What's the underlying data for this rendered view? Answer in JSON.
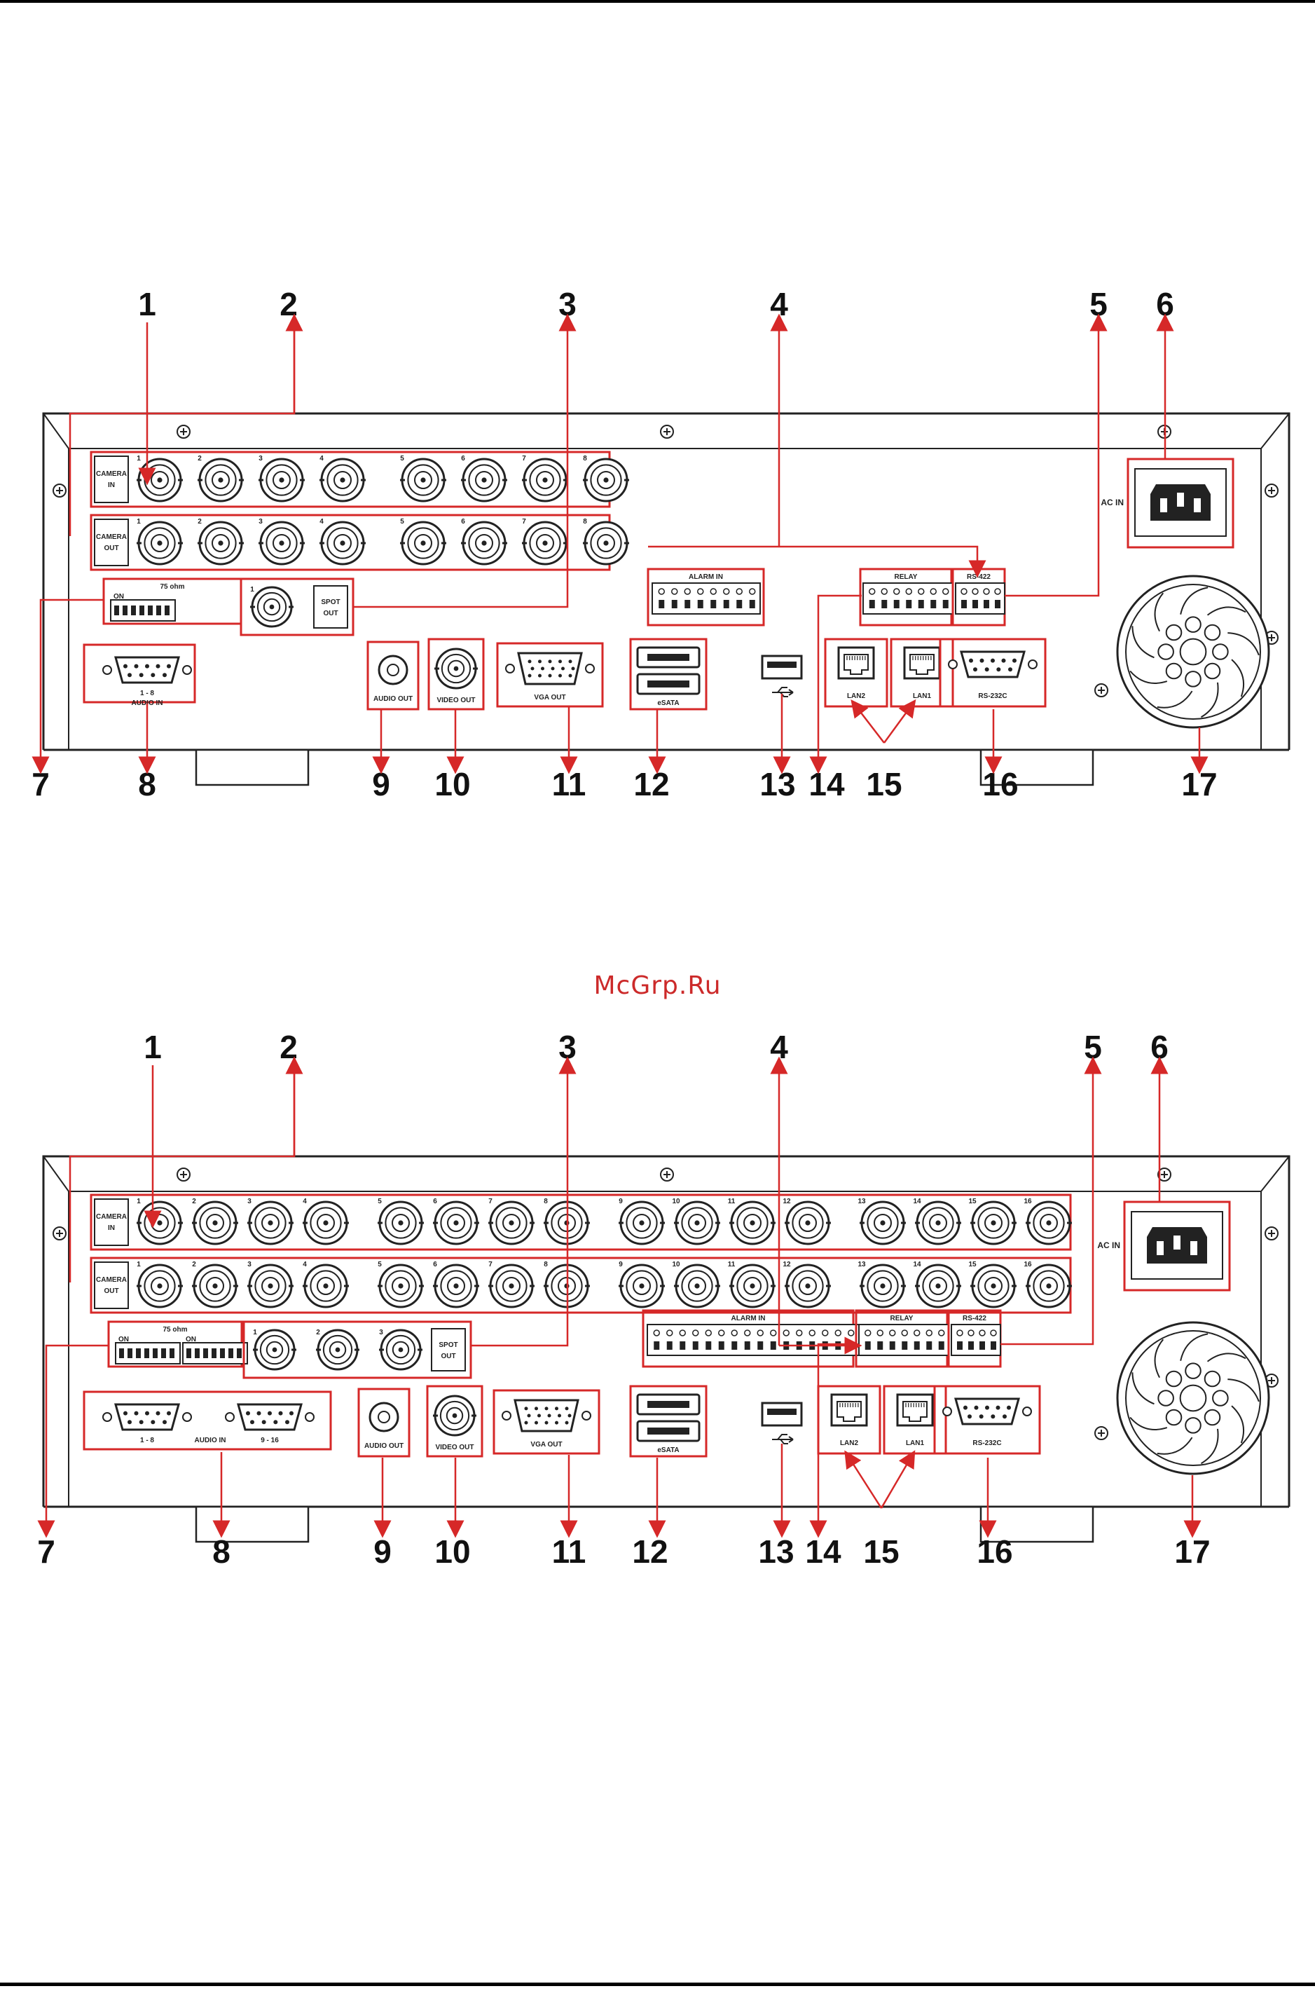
{
  "watermark": "McGrp.Ru",
  "callouts_top": [
    "1",
    "2",
    "3",
    "4",
    "5",
    "6",
    "7",
    "8",
    "9",
    "10",
    "11",
    "12",
    "13",
    "14",
    "15",
    "16",
    "17"
  ],
  "callouts_bottom": [
    "1",
    "2",
    "3",
    "4",
    "5",
    "6",
    "7",
    "8",
    "9",
    "10",
    "11",
    "12",
    "13",
    "14",
    "15",
    "16",
    "17"
  ],
  "labels": {
    "camera_in": "CAMERA IN",
    "camera_out": "CAMERA OUT",
    "ohm": "75 ohm",
    "on": "ON",
    "spot_out": "SPOT OUT",
    "alarm_in": "ALARM IN",
    "relay": "RELAY",
    "rs422": "RS-422",
    "ac_in": "AC IN",
    "audio_out": "AUDIO OUT",
    "video_out": "VIDEO OUT",
    "vga_out": "VGA OUT",
    "esata": "eSATA",
    "lan2": "LAN2",
    "lan1": "LAN1",
    "rs232c": "RS-232C",
    "audio_in": "AUDIO IN",
    "range_1_8": "1 - 8",
    "range_9_16": "9 - 16"
  },
  "colors": {
    "accent": "#d62828",
    "line": "#222222",
    "panel": "#ffffff"
  },
  "icons": [
    "usb-icon",
    "rj45-port-icon",
    "bnc-connector-icon",
    "db9-connector-icon",
    "fan-grille-icon",
    "power-inlet-icon",
    "screw-icon"
  ]
}
